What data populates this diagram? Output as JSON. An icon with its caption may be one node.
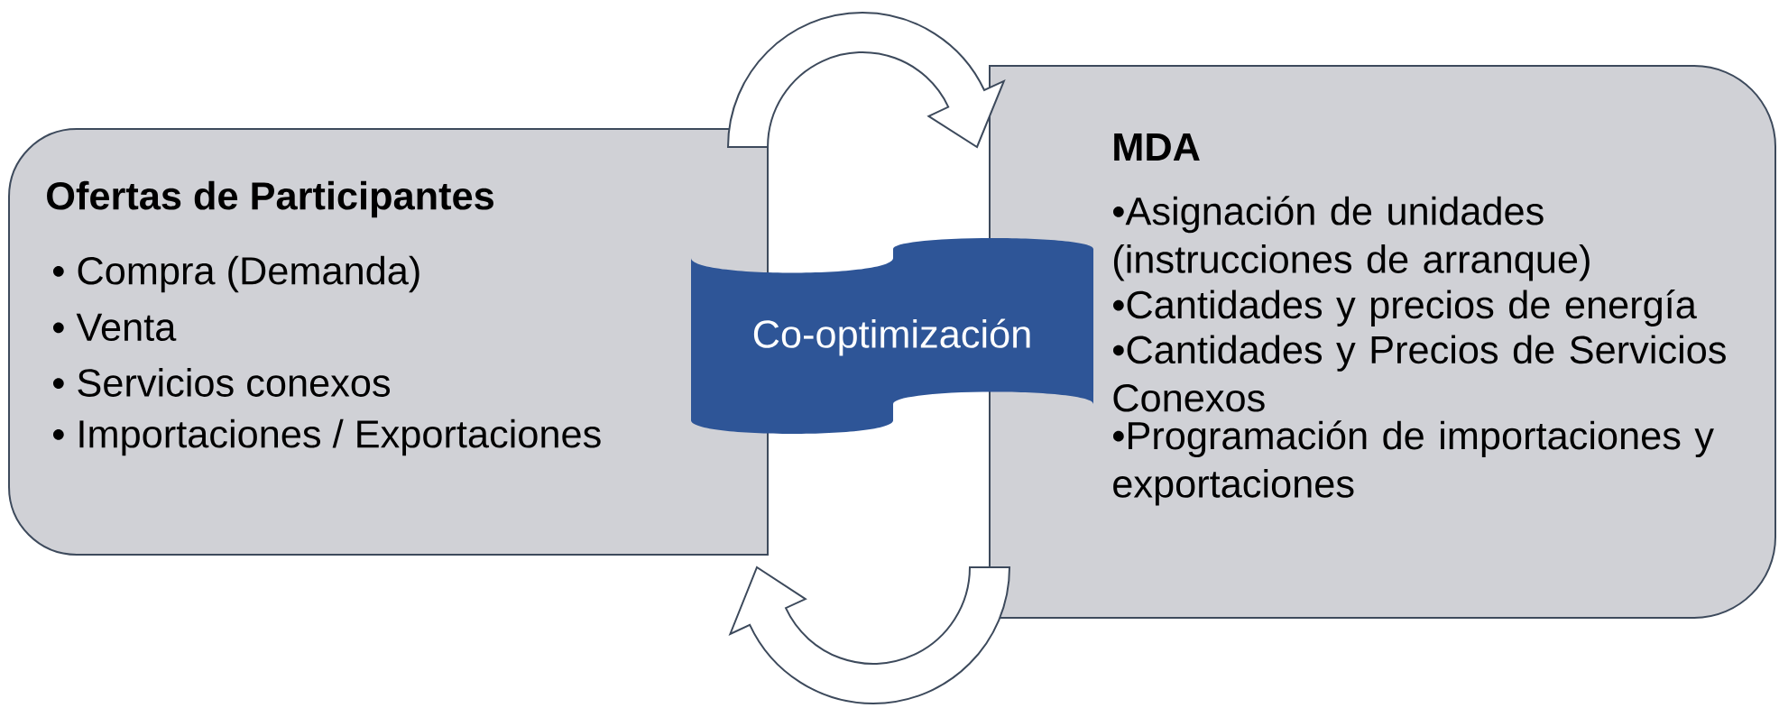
{
  "diagram": {
    "nodes": [
      {
        "text": [
          "Ofertas de Participantes",
          "• Compra (Demanda)",
          "• Venta",
          "• Servicios conexos",
          "• Importaciones / Exportaciones"
        ]
      },
      {
        "text": [
          "Co-optimización"
        ]
      },
      {
        "text": [
          "MDA",
          "•Asignación de unidades (instrucciones de arranque)",
          "•Cantidades y precios de energía",
          "•Cantidades y Precios de Servicios Conexos",
          "•Programación de importaciones y exportaciones"
        ]
      }
    ],
    "edges": [
      {
        "from": 0,
        "to": 2,
        "arrow": "to"
      },
      {
        "from": 2,
        "to": 0,
        "arrow": "to"
      }
    ]
  }
}
